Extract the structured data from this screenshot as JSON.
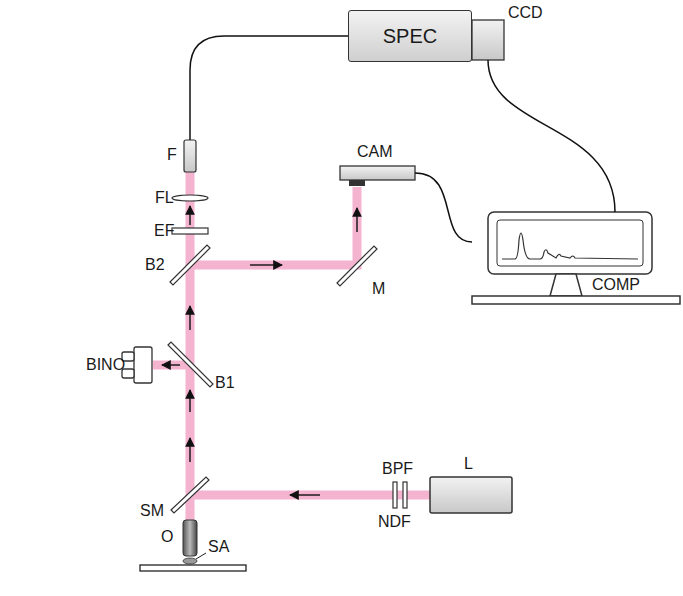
{
  "diagram": {
    "nodes": [
      {
        "text": [
          "SPEC"
        ]
      },
      {
        "text": [
          "CCD"
        ]
      },
      {
        "text": [
          "F"
        ]
      },
      {
        "text": [
          "CAM"
        ]
      },
      {
        "text": [
          "COMP"
        ]
      },
      {
        "text": [
          "L"
        ]
      }
    ],
    "edges": [
      {
        "from": 2,
        "to": 0,
        "arrow": "none"
      },
      {
        "from": 1,
        "to": 4,
        "arrow": "none"
      },
      {
        "from": 3,
        "to": 4,
        "arrow": "none"
      }
    ],
    "labels": [
      "FL",
      "EF",
      "B2",
      "M",
      "BINO",
      "B1",
      "BPF",
      "SM",
      "NDF",
      "O",
      "SA"
    ]
  }
}
